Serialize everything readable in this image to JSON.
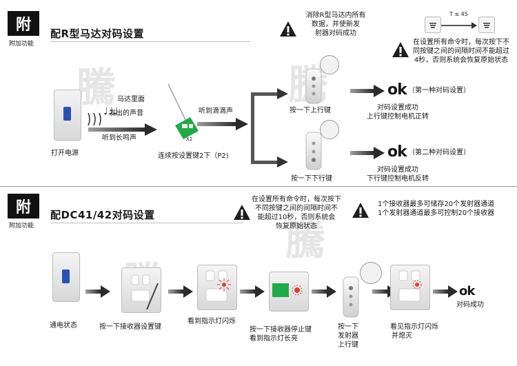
{
  "badge_char": "附",
  "badge_sub": "附加功能",
  "watermark_char": "騰",
  "section1": {
    "title": "配R型马达对码设置",
    "warning_clear": [
      "消除R型马达内所有",
      "数据，并使新发",
      "射器对码成功"
    ],
    "warning_time": [
      "在设置所有命令时，每次按下不",
      "同按键之间的间隔时间不能超过",
      "4秒，否则系统会恢复原始状态"
    ],
    "timing_label": "T ≤ 4S",
    "power_label": "打开电源",
    "motor_sound": [
      "马达里面",
      "发出的声音"
    ],
    "long_beep": "听到长鸣声",
    "press_set_twice": "连续按设置键2下（P2)",
    "x2_label": "X2",
    "hear_beep": "听到滴滴声",
    "press_up": "按一下上行键",
    "press_down": "按一下下行键",
    "ok_text": "ok",
    "ok1_note": "（第一种对码设置）",
    "ok2_note": "（第二种对码设置）",
    "ok1_desc": [
      "对码设置成功",
      "上行键控制电机正转"
    ],
    "ok2_desc": [
      "对码设置成功",
      "下行键控制电机反转"
    ]
  },
  "section2": {
    "title": "配DC41/42对码设置",
    "warning_time": [
      "在设置所有命令时，每次按下",
      "不同按键之间的间隔时间不",
      "能超过10秒，否则系统会",
      "恢复原始状态"
    ],
    "receiver_notes": [
      "1个接收器最多可储存20个发射器通道",
      "1个发射器通道最多可控制20个接收器"
    ],
    "power_label": "通电状态",
    "press_receiver_set": "按一下接收器设置键",
    "see_blink": "看到指示灯闪烁",
    "press_receiver_stop": [
      "按一下接收器停止键",
      "看到指示灯长亮"
    ],
    "press_transmitter_up": [
      "按一下",
      "发射器",
      "上行键"
    ],
    "see_blink_off": [
      "看见指示灯闪烁",
      "并熄灭"
    ],
    "ok_text": "ok",
    "ok_desc": "对码成功"
  },
  "colors": {
    "badge_bg": "#111111",
    "led_red": "#e53935",
    "green_panel": "#1faa4a",
    "switch_blue": "#2a4fb5"
  }
}
